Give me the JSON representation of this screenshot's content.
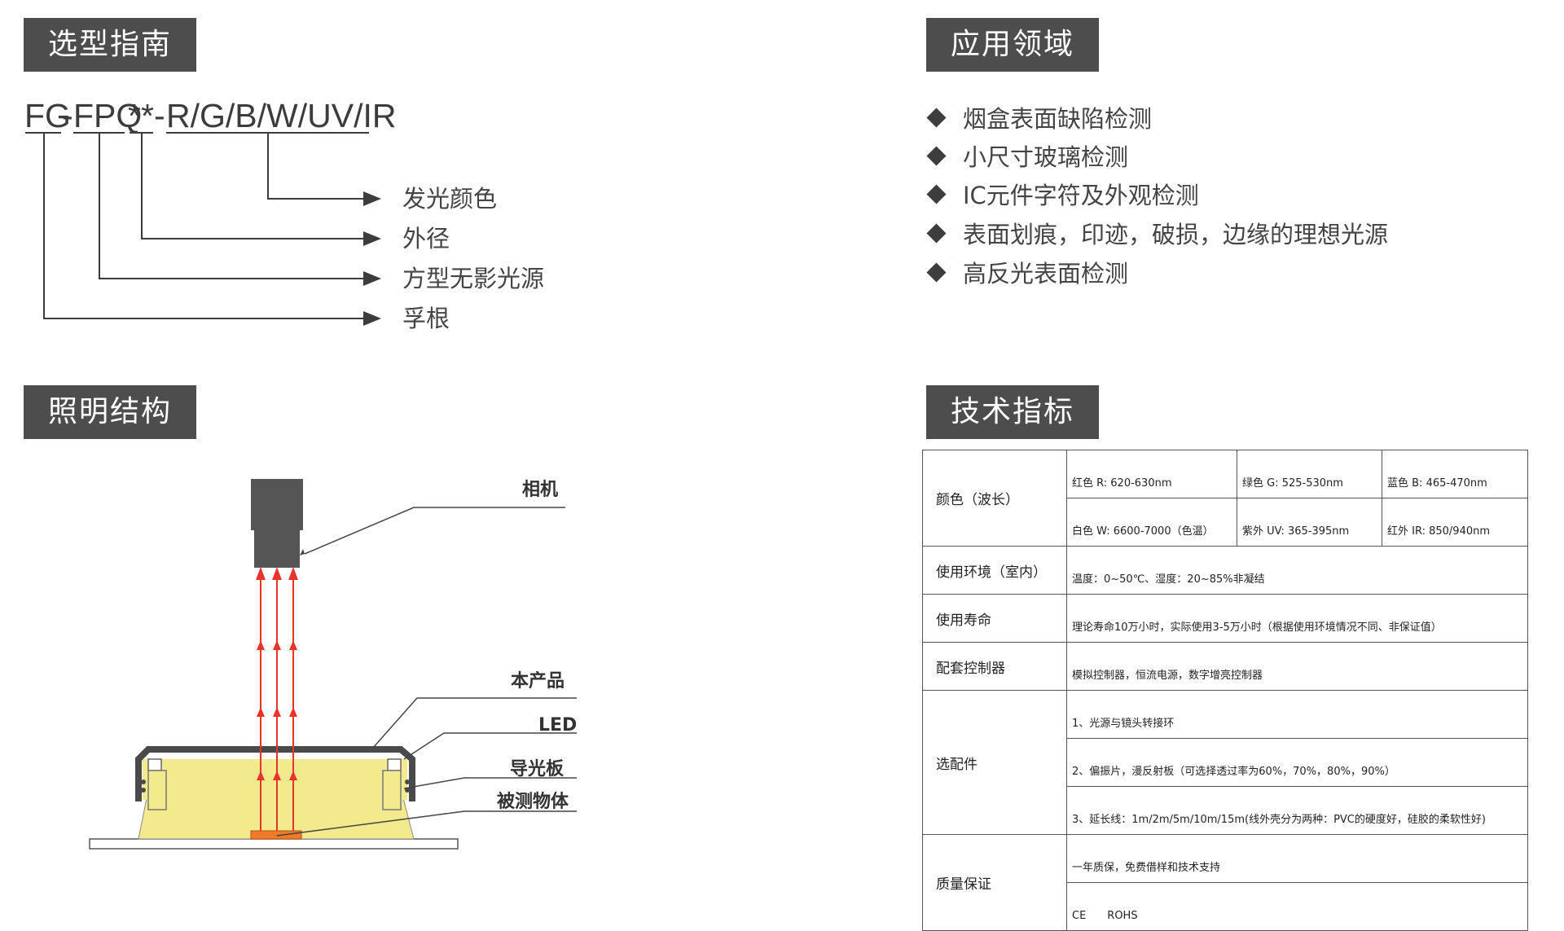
{
  "sections": {
    "selection": "选型指南",
    "application": "应用领域",
    "structure": "照明结构",
    "specs": "技术指标"
  },
  "model": {
    "seg1": "FG",
    "sep1": "-",
    "seg2": "FPQ",
    "seg3": "**",
    "sep2": "-",
    "seg4": "R/G/B/W/UV/IR"
  },
  "legend": {
    "color": "发光颜色",
    "diameter": "外径",
    "type": "方型无影光源",
    "brand": "孚根"
  },
  "applications": [
    "烟盒表面缺陷检测",
    "小尺寸玻璃检测",
    "IC元件字符及外观检测",
    "表面划痕，印迹，破损，边缘的理想光源",
    "高反光表面检测"
  ],
  "diagram": {
    "camera": "相机",
    "product": "本产品",
    "led": "LED",
    "guide": "导光板",
    "object": "被测物体",
    "colors": {
      "housing": "#4a4a4a",
      "fill": "#f2ea8c",
      "ray": "#e8332a",
      "object": "#f07a28"
    }
  },
  "specs": {
    "color_key": "颜色（波长）",
    "red": "红色 R: 620-630nm",
    "green": "绿色 G: 525-530nm",
    "blue": "蓝色 B: 465-470nm",
    "white": "白色 W: 6600-7000（色温）",
    "uv": "紫外 UV: 365-395nm",
    "ir": "红外 IR: 850/940nm",
    "env_key": "使用环境（室内）",
    "env": "温度：0~50℃、湿度：20~85%非凝结",
    "life_key": "使用寿命",
    "life": "理论寿命10万小时，实际使用3-5万小时（根据使用环境情况不同、非保证值）",
    "ctrl_key": "配套控制器",
    "ctrl": "模拟控制器，恒流电源，数字增亮控制器",
    "acc_key": "选配件",
    "acc1": "1、光源与镜头转接环",
    "acc2": "2、偏振片，漫反射板（可选择透过率为60%，70%，80%，90%）",
    "acc3": "3、延长线：1m/2m/5m/10m/15m(线外壳分为两种：PVC的硬度好，硅胶的柔软性好)",
    "qa_key": "质量保证",
    "qa1": "一年质保，免费借样和技术支持",
    "qa2": "CE　　ROHS"
  }
}
